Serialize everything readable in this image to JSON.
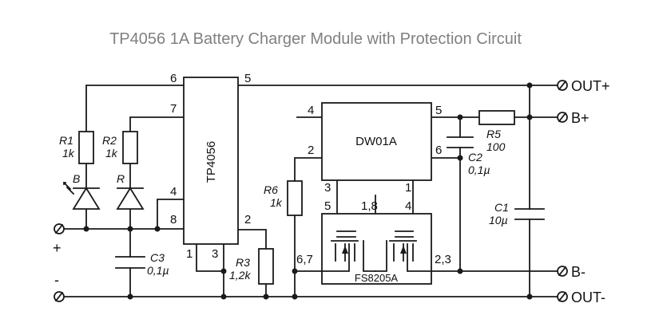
{
  "title": "TP4056 1A Battery Charger Module with Protection Circuit",
  "ics": {
    "tp4056": "TP4056",
    "dw01a": "DW01A",
    "fs8205a": "FS8205A"
  },
  "pins": {
    "tp_6": "6",
    "tp_5": "5",
    "tp_7": "7",
    "tp_4": "4",
    "tp_8": "8",
    "tp_2": "2",
    "tp_1": "1",
    "tp_3": "3",
    "dw_4": "4",
    "dw_5": "5",
    "dw_2": "2",
    "dw_6": "6",
    "dw_3": "3",
    "dw_1": "1",
    "fs_5": "5",
    "fs_18": "1,8",
    "fs_4": "4",
    "fs_67": "6,7",
    "fs_23": "2,3"
  },
  "components": {
    "r1_name": "R1",
    "r1_val": "1k",
    "r2_name": "R2",
    "r2_val": "1k",
    "led_b": "B",
    "led_r": "R",
    "r3_name": "R3",
    "r3_val": "1,2k",
    "r5_name": "R5",
    "r5_val": "100",
    "r6_name": "R6",
    "r6_val": "1k",
    "c1_name": "C1",
    "c1_val": "10µ",
    "c2_name": "C2",
    "c2_val": "0,1µ",
    "c3_name": "C3",
    "c3_val": "0,1µ"
  },
  "ports": {
    "out_plus": "OUT+",
    "b_plus": "B+",
    "b_minus": "B-",
    "out_minus": "OUT-",
    "in_plus": "+",
    "in_minus": "-"
  },
  "colors": {
    "ink": "#1a1a1a",
    "title": "#808080",
    "background": "#ffffff"
  }
}
